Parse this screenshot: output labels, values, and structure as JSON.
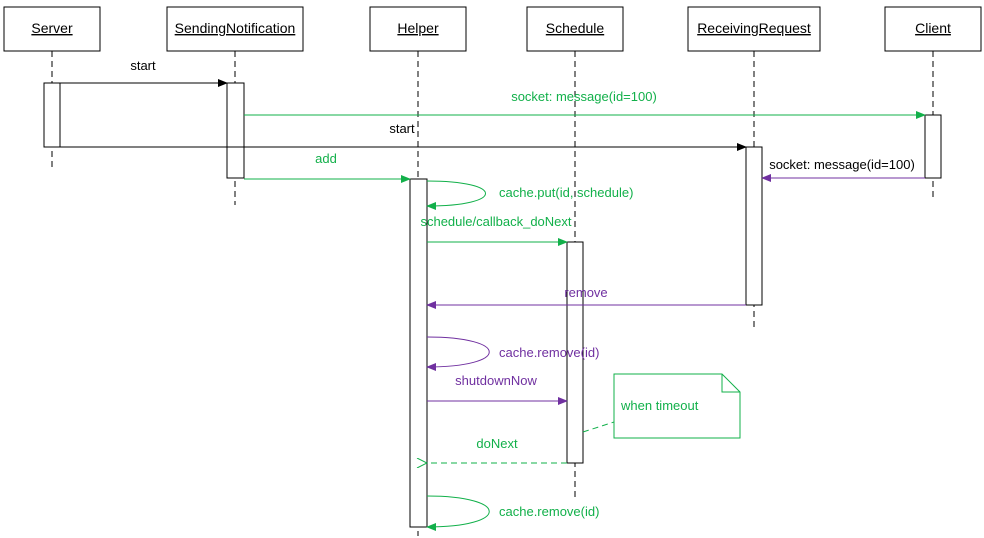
{
  "colors": {
    "black": "#000000",
    "green": "#12b04a",
    "purple": "#7030a0"
  },
  "participants": [
    {
      "id": "server",
      "label": "Server"
    },
    {
      "id": "sending",
      "label": "SendingNotification"
    },
    {
      "id": "helper",
      "label": "Helper"
    },
    {
      "id": "schedule",
      "label": "Schedule"
    },
    {
      "id": "receiving",
      "label": "ReceivingRequest"
    },
    {
      "id": "client",
      "label": "Client"
    }
  ],
  "messages": [
    {
      "id": "start-1",
      "label": "start"
    },
    {
      "id": "socket-message-send",
      "label": "socket: message(id=100)"
    },
    {
      "id": "start-2",
      "label": "start"
    },
    {
      "id": "add",
      "label": "add"
    },
    {
      "id": "socket-message-receive",
      "label": "socket: message(id=100)"
    },
    {
      "id": "cache-put",
      "label": "cache.put(id, schedule)"
    },
    {
      "id": "schedule-callback",
      "label": "schedule/callback_doNext"
    },
    {
      "id": "remove",
      "label": "remove"
    },
    {
      "id": "cache-remove-1",
      "label": "cache.remove(id)"
    },
    {
      "id": "shutdown-now",
      "label": "shutdownNow"
    },
    {
      "id": "do-next",
      "label": "doNext"
    },
    {
      "id": "cache-remove-2",
      "label": "cache.remove(id)"
    }
  ],
  "note": {
    "text": "when timeout"
  }
}
